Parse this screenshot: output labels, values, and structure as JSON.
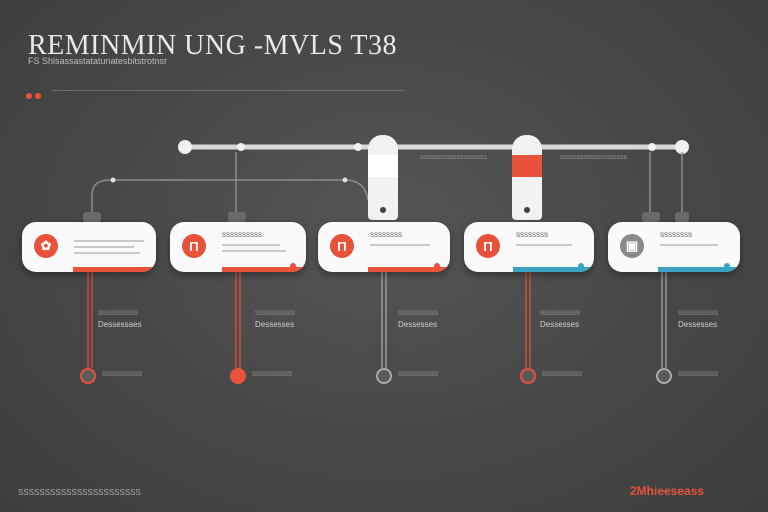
{
  "header": {
    "title": "REMINMIN UNG -MVLS T38",
    "subtitle": "FS Shlsassastatatunatesbitstrotnsr"
  },
  "colors": {
    "accent": "#e8523a",
    "teal": "#3aa2c4",
    "gray": "#8a8a8a",
    "background": "#4a4a4a"
  },
  "cards": [
    {
      "icon": "✿",
      "icon_name": "flower-icon",
      "heading": "",
      "accent": "#e8523a",
      "stripe": "#e8523a"
    },
    {
      "icon": "Π",
      "icon_name": "gate-icon",
      "heading": "SSSSSSSSSS",
      "accent": "#e8523a",
      "stripe": "#e8523a"
    },
    {
      "icon": "Π",
      "icon_name": "gate-icon",
      "heading": "SSSSSSSS",
      "accent": "#e8523a",
      "stripe": "#e8523a"
    },
    {
      "icon": "Π",
      "icon_name": "gate-icon",
      "heading": "SSSSSSSS",
      "accent": "#e8523a",
      "stripe": "#3aa2c4"
    },
    {
      "icon": "▣",
      "icon_name": "square-icon",
      "heading": "SSSSSSSS",
      "accent": "#8a8a8a",
      "stripe": "#3aa2c4"
    }
  ],
  "stages": [
    {
      "label": "Dessessaes",
      "sub": "SSSSSSSSSS"
    },
    {
      "label": "Dessesses",
      "sub": "SSSSSSSSSS"
    },
    {
      "label": "Dessesses",
      "sub": "SSSSSSSSSS"
    },
    {
      "label": "Dessesses",
      "sub": "SSSSSSSSSS"
    },
    {
      "label": "Dessesses",
      "sub": "SSSSSSSSSS"
    }
  ],
  "markers": [
    {
      "sub": "SSSSSSSSSS"
    },
    {
      "sub": "SSSSSSSSSS"
    },
    {
      "sub": "SSSSSSSSSS"
    },
    {
      "sub": "SSSSSSSSSS"
    },
    {
      "sub": "SSSSSSSSSS"
    }
  ],
  "pillars": [
    {
      "band": "#ffffff",
      "mini": "SSSSSSSSSSSSSSSSSSSS"
    },
    {
      "band": "#e8523a",
      "mini": "SSSSSSSSSSSSSSSSSSSS"
    }
  ],
  "footer": {
    "left": "SSSSSSSSSSSSSSSSSSSSSSS",
    "right": "2Mhieeseass"
  }
}
